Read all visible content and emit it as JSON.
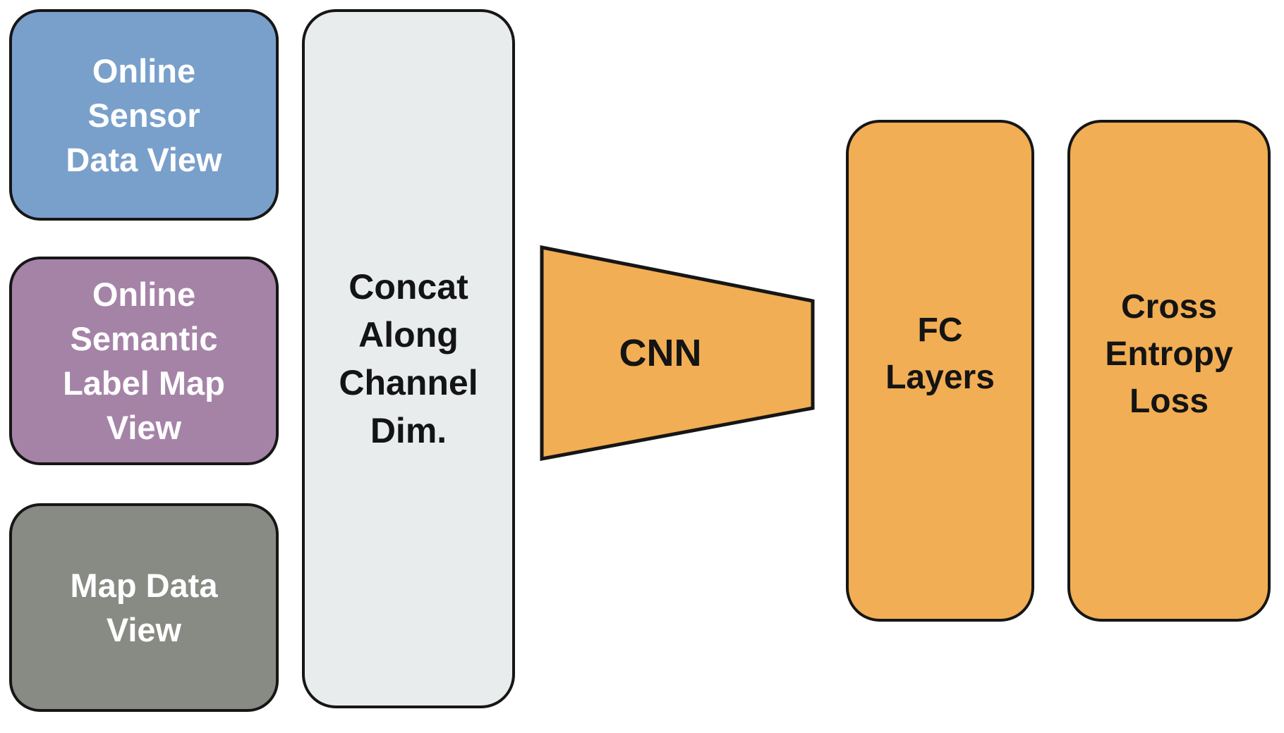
{
  "diagram": {
    "background": "#FFFFFF",
    "stroke_color": "#161616",
    "colors": {
      "sensor_blue": "#79A0CB",
      "semantic_purple": "#A583A7",
      "map_gray": "#888A84",
      "concat_light_gray": "#E8ECED",
      "orange": "#F1AE54",
      "text_on_dark": "#FFFFFF",
      "text_on_light": "#141414"
    },
    "nodes": {
      "sensor": {
        "label": "Online\nSensor\nData View",
        "fill": "#79A0CB",
        "text_color": "#FFFFFF",
        "shape": "rounded-rect"
      },
      "semantic": {
        "label": "Online\nSemantic\nLabel Map\nView",
        "fill": "#A583A7",
        "text_color": "#FFFFFF",
        "shape": "rounded-rect"
      },
      "map": {
        "label": "Map Data\nView",
        "fill": "#888A84",
        "text_color": "#FFFFFF",
        "shape": "rounded-rect"
      },
      "concat": {
        "label": "Concat\nAlong\nChannel\nDim.",
        "fill": "#E8ECED",
        "text_color": "#141414",
        "shape": "rounded-rect"
      },
      "cnn": {
        "label": "CNN",
        "fill": "#F1AE54",
        "text_color": "#141414",
        "shape": "trapezoid"
      },
      "fc": {
        "label": "FC\nLayers",
        "fill": "#F1AE54",
        "text_color": "#141414",
        "shape": "rounded-rect"
      },
      "loss": {
        "label": "Cross\nEntropy\nLoss",
        "fill": "#F1AE54",
        "text_color": "#141414",
        "shape": "rounded-rect"
      }
    }
  }
}
